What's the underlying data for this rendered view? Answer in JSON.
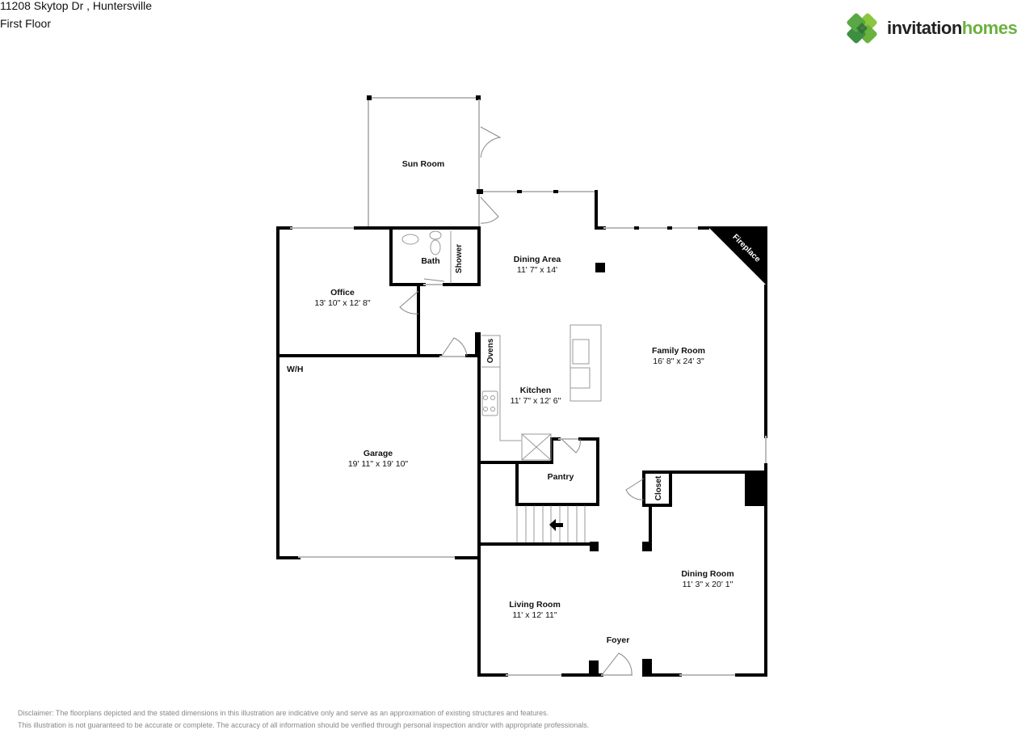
{
  "header": {
    "address": "11208 Skytop Dr , Huntersville",
    "floor": "First Floor"
  },
  "logo": {
    "part1": "invitation",
    "part2": "homes",
    "colors": {
      "text_dark": "#222222",
      "text_green": "#6ab23e",
      "mark_light": "#8cc63f",
      "mark_dark": "#3e8e41"
    }
  },
  "rooms": {
    "sun_room": {
      "name": "Sun Room"
    },
    "dining_area": {
      "name": "Dining Area",
      "dims": "11' 7\" x 14'"
    },
    "office": {
      "name": "Office",
      "dims": "13' 10\" x 12' 8\""
    },
    "bath": {
      "name": "Bath"
    },
    "shower": {
      "name": "Shower"
    },
    "family_room": {
      "name": "Family Room",
      "dims": "16' 8\" x 24' 3\""
    },
    "fireplace": {
      "name": "Fireplace"
    },
    "ovens": {
      "name": "Ovens"
    },
    "kitchen": {
      "name": "Kitchen",
      "dims": "11' 7\" x 12' 6\""
    },
    "wh": {
      "name": "W/H"
    },
    "garage": {
      "name": "Garage",
      "dims": "19' 11\" x 19' 10\""
    },
    "pantry": {
      "name": "Pantry"
    },
    "closet": {
      "name": "Closet"
    },
    "dining_room": {
      "name": "Dining Room",
      "dims": "11' 3\" x 20' 1\""
    },
    "living_room": {
      "name": "Living Room",
      "dims": "11' x 12' 11\""
    },
    "foyer": {
      "name": "Foyer"
    }
  },
  "disclaimer": {
    "line1": "Disclaimer: The floorplans depicted and the stated dimensions in this illustration are indicative only and serve as an approximation of existing structures and features.",
    "line2": "This illustration is not guaranteed to be accurate or complete. The accuracy of all information should be verified through personal inspection and/or with appropriate professionals."
  }
}
